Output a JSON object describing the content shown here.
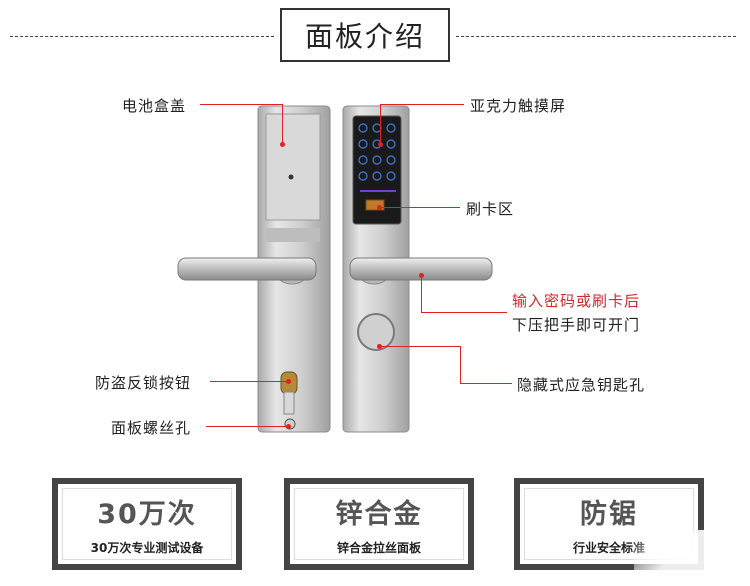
{
  "header": {
    "title": "面板介绍"
  },
  "callouts": {
    "battery_cover": "电池盒盖",
    "touch_screen": "亚克力触摸屏",
    "card_area": "刷卡区",
    "unlock_line1": "输入密码或刷卡后",
    "unlock_line2": "下压把手即可开门",
    "anti_lock_button": "防盗反锁按钮",
    "hidden_key_hole": "隐藏式应急钥匙孔",
    "panel_screw_hole": "面板螺丝孔"
  },
  "colors": {
    "accent_red": "#d12a2a",
    "metal": "#c8c8c8",
    "dark_frame": "#444444"
  },
  "features": [
    {
      "title": "30万次",
      "subtitle": "30万次专业测试设备"
    },
    {
      "title": "锌合金",
      "subtitle": "锌合金拉丝面板"
    },
    {
      "title": "防锯",
      "subtitle": "行业安全标准"
    }
  ]
}
